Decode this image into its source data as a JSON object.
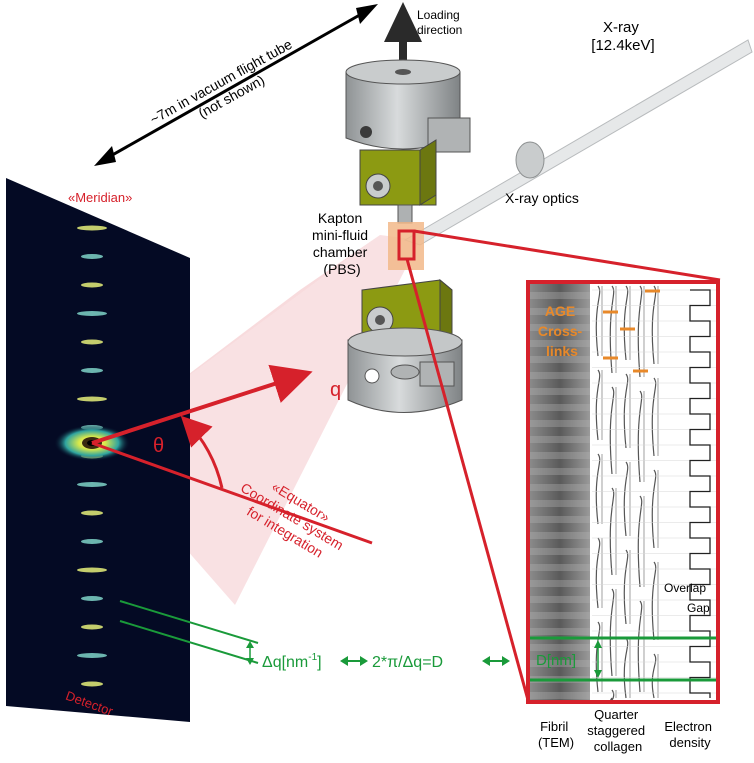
{
  "labels": {
    "loading_direction": [
      "Loading",
      "direction"
    ],
    "xray": [
      "X-ray",
      "[12.4keV]"
    ],
    "flight_tube": [
      "~7m in vacuum flight tube",
      "(not shown)"
    ],
    "meridian": "«Meridian»",
    "xray_optics": "X-ray optics",
    "kapton": [
      "Kapton",
      "mini-fluid",
      "chamber",
      "(PBS)"
    ],
    "age": [
      "AGE",
      "Cross-",
      "links"
    ],
    "q": "q",
    "theta": "θ",
    "equator": [
      "«Equator»",
      "Coordinate system",
      "for integration"
    ],
    "overlap": "Overlap",
    "gap": "Gap",
    "dq_text": "Δq[nm",
    "dq_exp": "-1",
    "dq_close": "]",
    "formula": "2*π/Δq=D",
    "d_nm": "D[nm]",
    "detector": "Detector",
    "fibril": [
      "Fibril",
      "(TEM)"
    ],
    "quarter": [
      "Quarter",
      "staggered",
      "collagen"
    ],
    "electron": [
      "Electron",
      "density"
    ]
  },
  "colors": {
    "red": "#d6212b",
    "green": "#1a9a3a",
    "orange": "#e8892a",
    "detector_bg": "#040a24",
    "olive": "#8c9a12",
    "steel": "#b9bcbe"
  },
  "detector": {
    "meridional_reflections": 17
  }
}
